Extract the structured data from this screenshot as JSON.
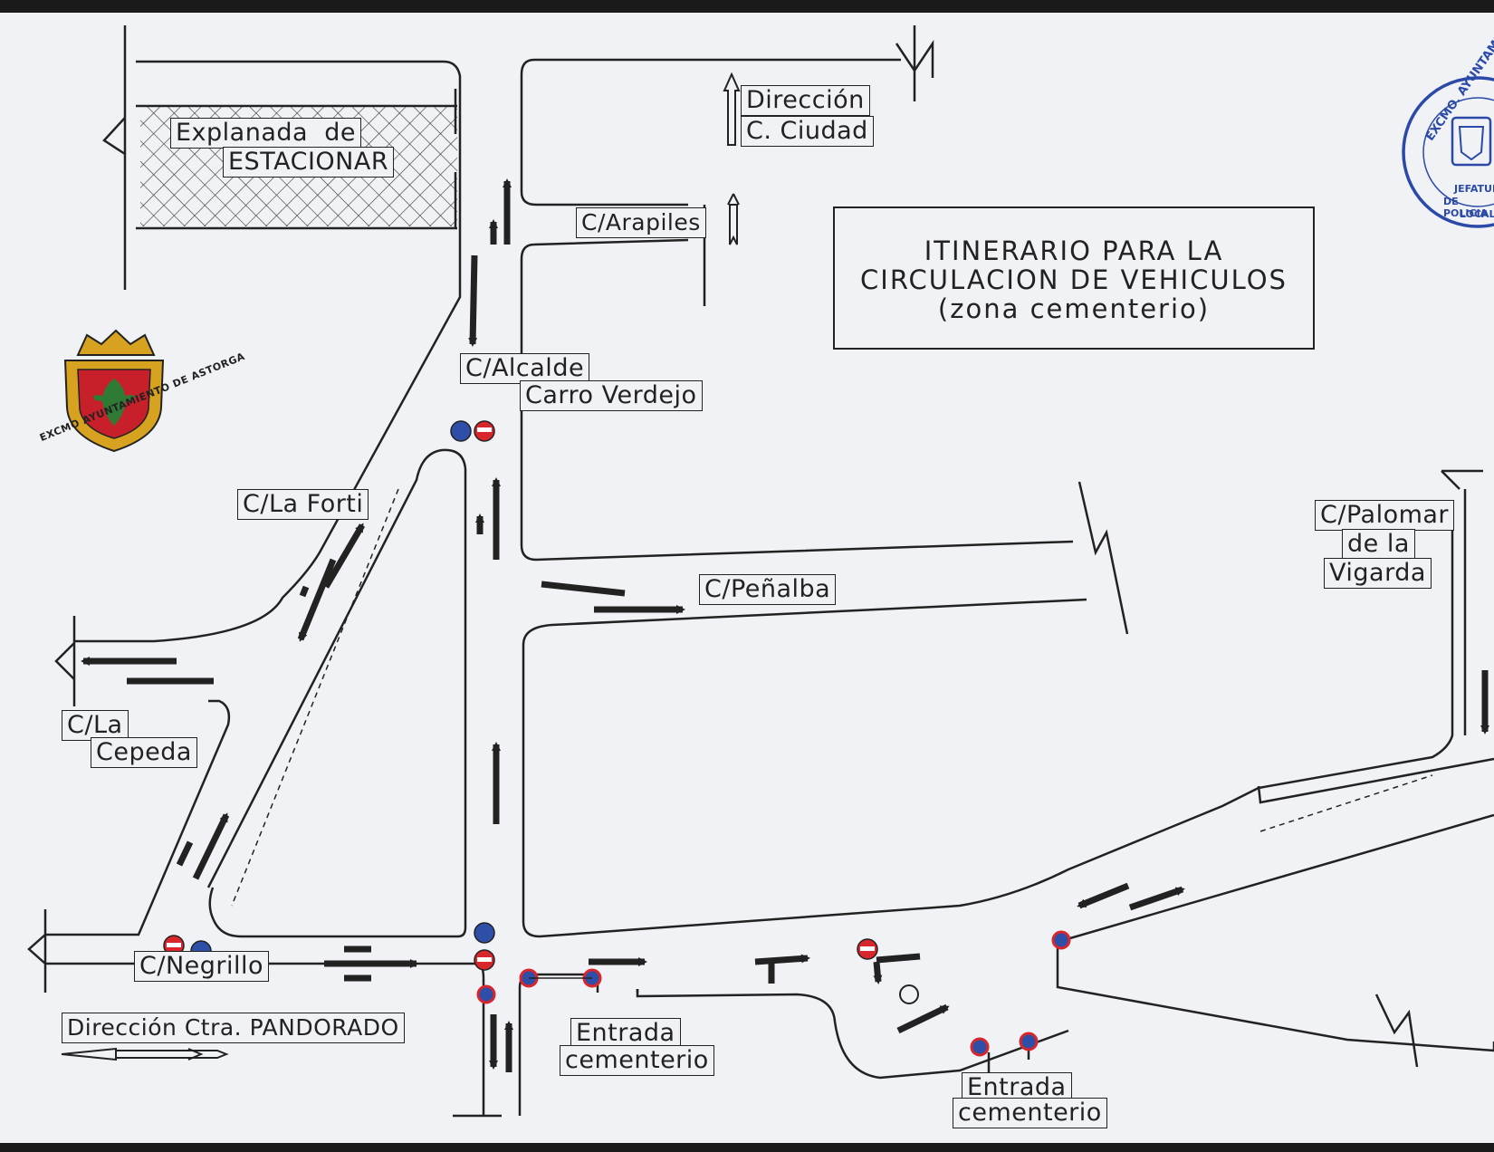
{
  "map": {
    "title_lines": [
      "ITINERARIO  PARA  LA",
      "CIRCULACION  DE  VEHICULOS",
      "(zona  cementerio)"
    ],
    "labels": {
      "explanada_1": "Explanada  de",
      "explanada_2": "ESTACIONAR",
      "direccion_ciudad_1": "Dirección",
      "direccion_ciudad_2": "C. Ciudad",
      "arapiles": "C/Arapiles",
      "alcalde_1": "C/Alcalde",
      "alcalde_2": "Carro Verdejo",
      "la_forti": "C/La Forti",
      "penalba": "C/Peñalba",
      "palomar_1": "C/Palomar",
      "palomar_2": "de la",
      "palomar_3": "Vigarda",
      "la_cepeda_1": "C/La",
      "la_cepeda_2": "Cepeda",
      "negrillo": "C/Negrillo",
      "direccion_pandorado": "Dirección Ctra. PANDORADO",
      "entrada_1a": "Entrada",
      "entrada_1b": "cementerio",
      "entrada_2a": "Entrada",
      "entrada_2b": "cementerio"
    },
    "left_emblem_text": "EXCMO AYUNTAMIENTO DE ASTORGA",
    "right_stamp": {
      "ring_text": "EXCMO. AYUNTAMIENTO",
      "center_lines": [
        "JEFATURA",
        "DE POLICIA",
        "LOCAL"
      ]
    },
    "colors": {
      "paper": "#f1f2f6",
      "ink": "#222222",
      "sign_red": "#d8262c",
      "sign_blue": "#2e4fa8",
      "stamp_blue": "#2b4aa8",
      "shield_red": "#c8202a",
      "shield_green": "#2f7a35",
      "shield_gold": "#d6a21f"
    }
  }
}
